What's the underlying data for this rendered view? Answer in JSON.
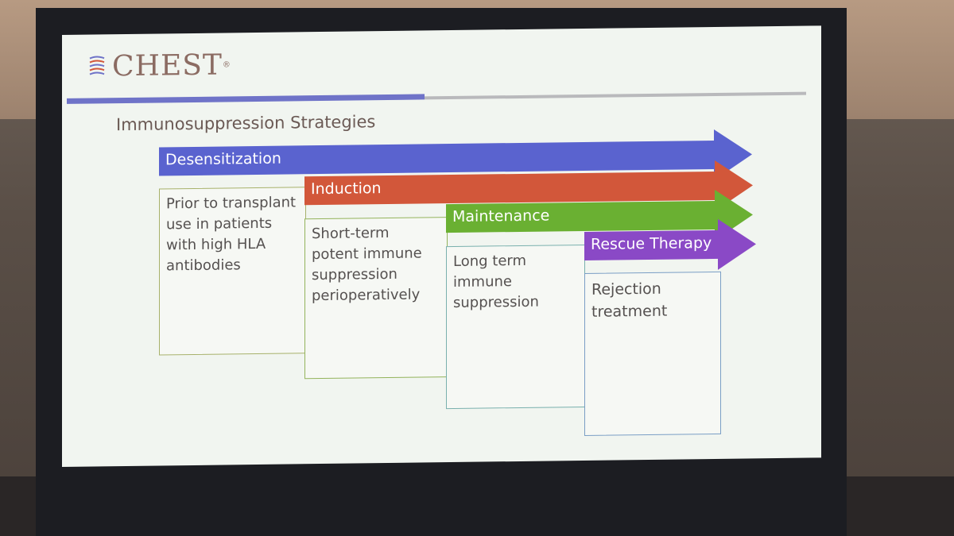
{
  "logo": {
    "text": "CHEST",
    "mark": "®"
  },
  "slide": {
    "title": "Immunosuppression Strategies"
  },
  "stages": [
    {
      "label": "Desensitization",
      "color": "#5a63cf",
      "desc": "Prior to transplant use in patients with high HLA antibodies",
      "box_border": "#a7b16a"
    },
    {
      "label": "Induction",
      "color": "#d2573a",
      "desc": "Short-term potent immune suppression perioperatively",
      "box_border": "#93b35b"
    },
    {
      "label": "Maintenance",
      "color": "#6ab032",
      "desc": "Long term immune suppression",
      "box_border": "#79b0ad"
    },
    {
      "label": "Rescue Therapy",
      "color": "#8a49c6",
      "desc": "Rejection treatment",
      "box_border": "#7a9ec5"
    }
  ],
  "colors": {
    "rule_blue": "#6f73c8",
    "rule_gray": "#b9b9bc",
    "logo": "#8b6b62",
    "title": "#6b5a55"
  }
}
